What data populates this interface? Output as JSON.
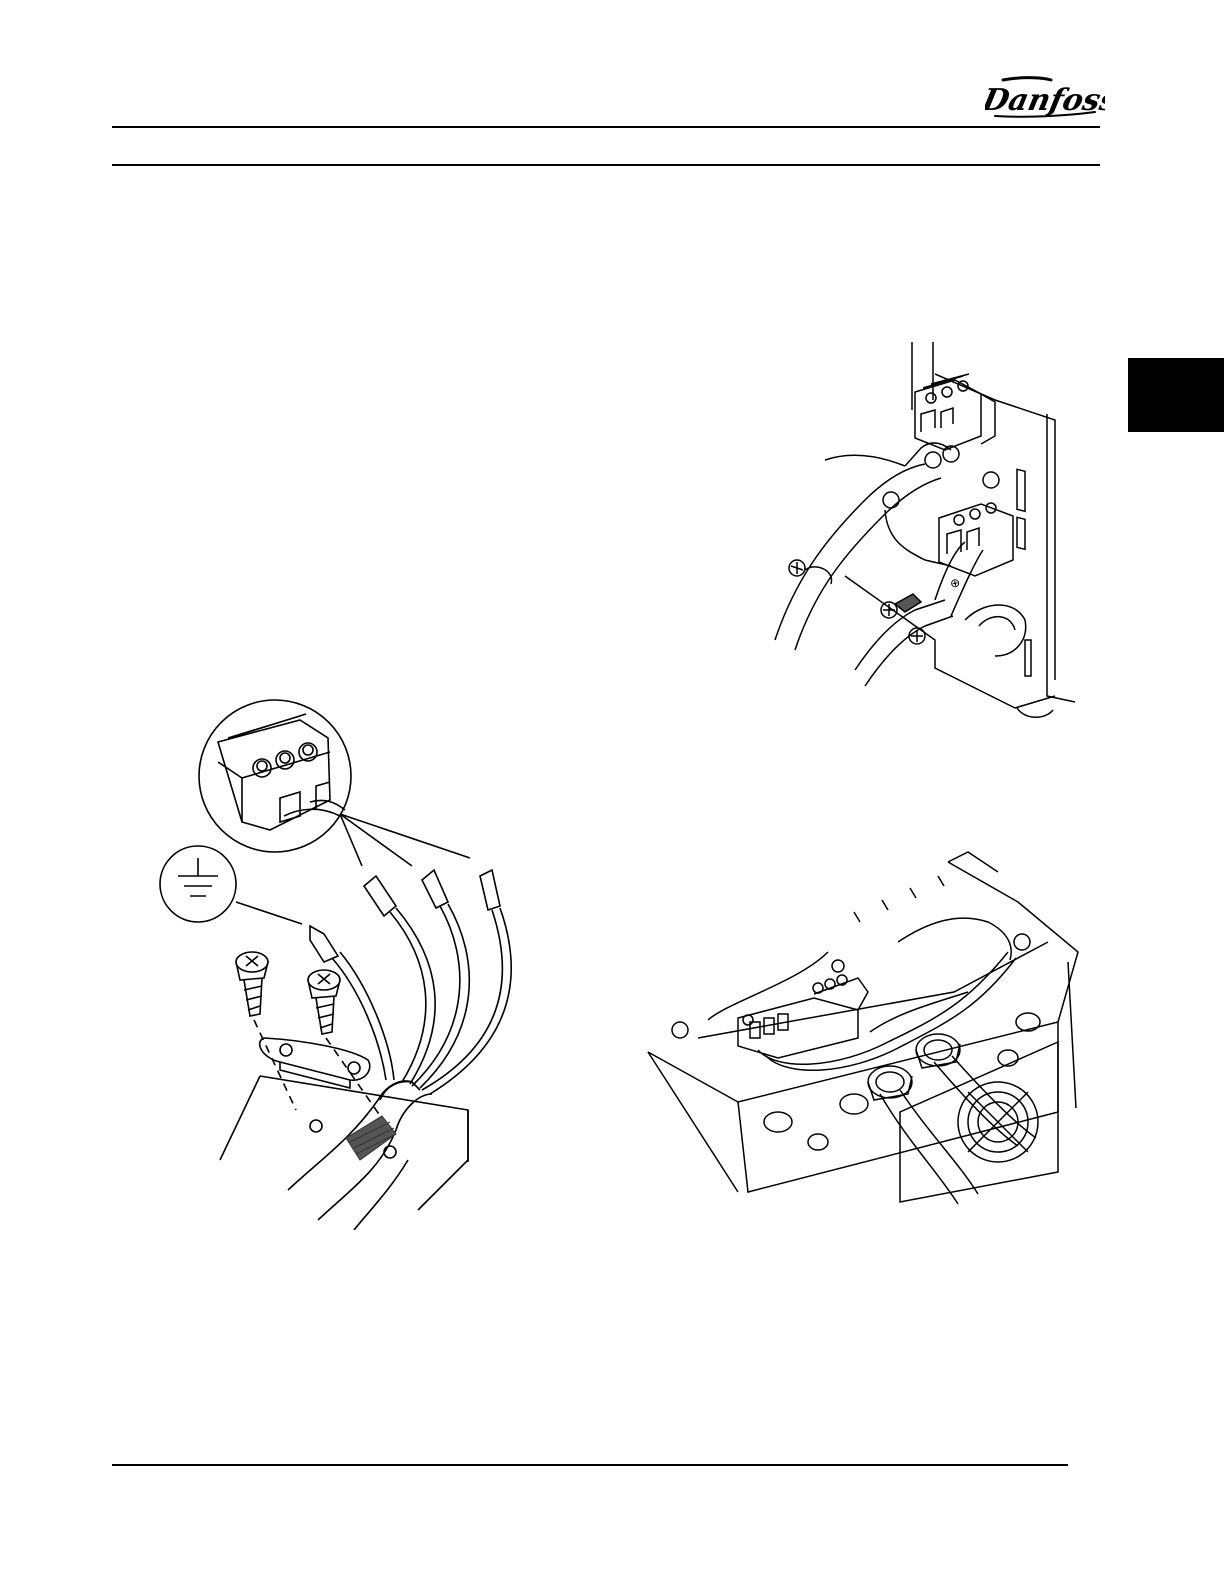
{
  "header": {
    "logo_text": "Danfoss",
    "logo_icon": "danfoss-script-logo"
  },
  "figures": [
    {
      "name": "figure-motor-terminal-wiring",
      "icon": "line-drawing"
    },
    {
      "name": "figure-cable-screen-grounding",
      "icon": "line-drawing"
    },
    {
      "name": "figure-terminal-box-cable-glands",
      "icon": "line-drawing"
    }
  ],
  "colors": {
    "ink": "#000000",
    "paper": "#ffffff",
    "shield-hatch": "#333333"
  }
}
